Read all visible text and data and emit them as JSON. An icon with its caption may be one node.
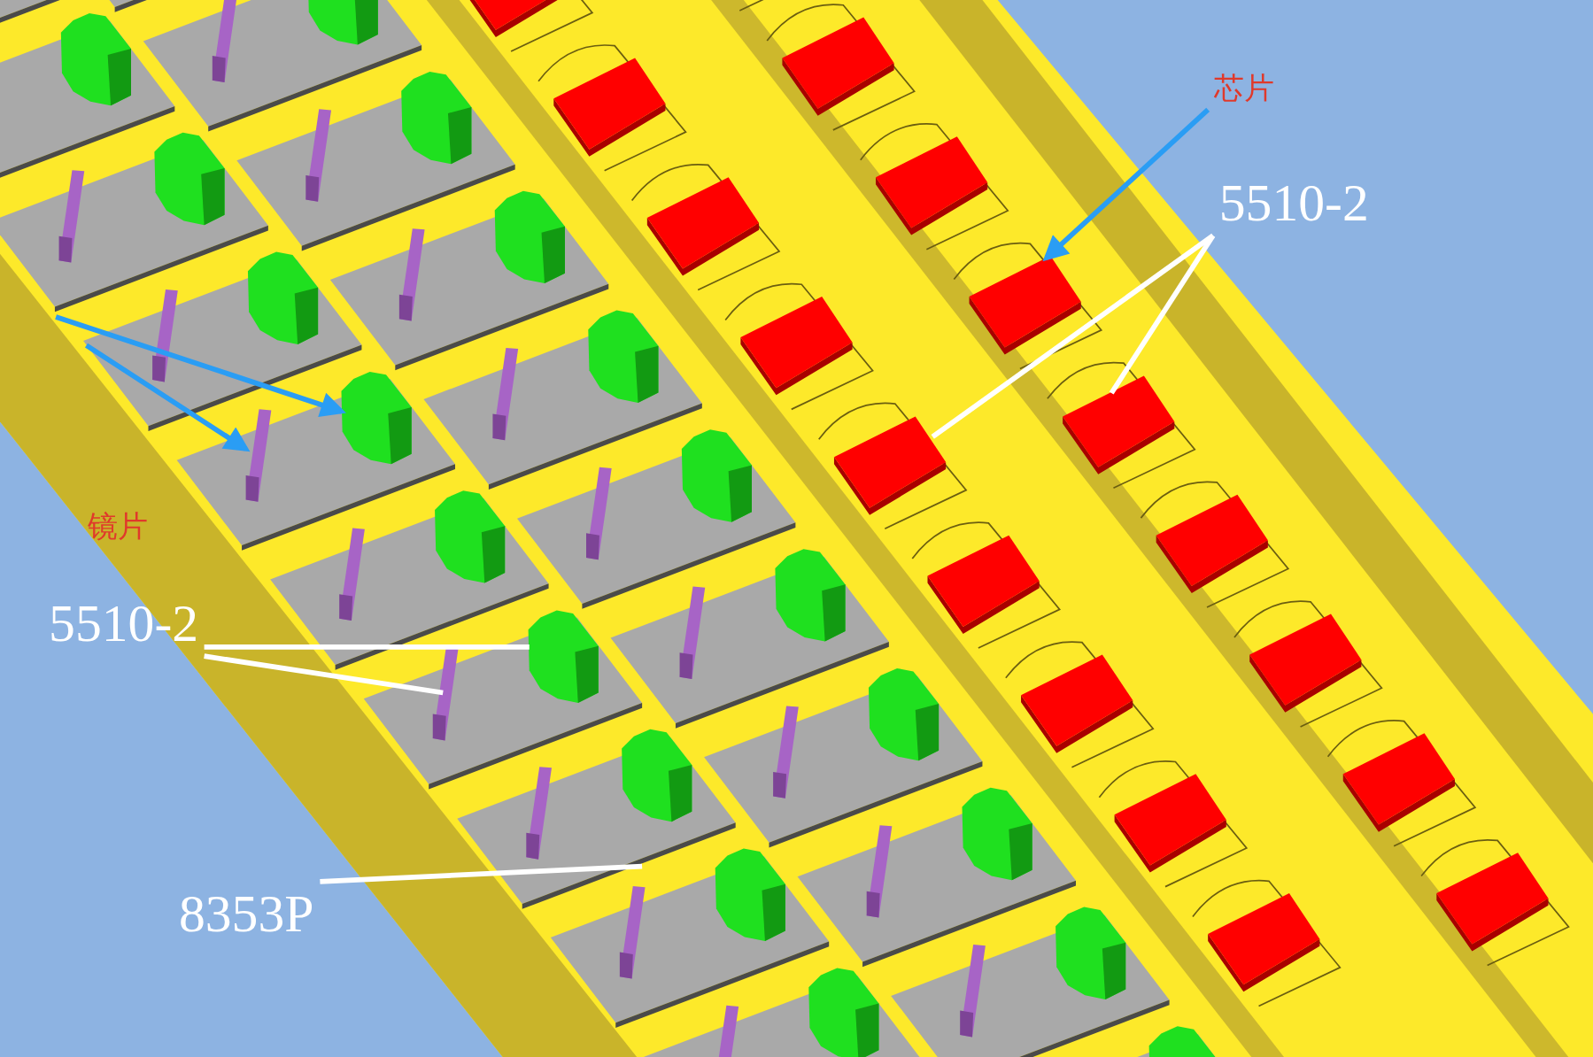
{
  "diagram": {
    "nodes": [
      {
        "text": [
          "芯片"
        ]
      },
      {
        "text": [
          "5510-2"
        ]
      },
      {
        "text": [
          "镜片"
        ]
      },
      {
        "text": [
          "5510-2"
        ]
      },
      {
        "text": [
          "8353P"
        ]
      },
      {
        "text": [],
        "shape": "box"
      },
      {
        "text": [],
        "shape": "box"
      },
      {
        "text": [],
        "shape": "box"
      },
      {
        "text": [],
        "shape": "box"
      },
      {
        "text": [],
        "shape": "bar"
      },
      {
        "text": [],
        "shape": "box"
      },
      {
        "text": [],
        "shape": "bar"
      },
      {
        "text": [],
        "shape": "box"
      }
    ],
    "edges": [
      {
        "from": 0,
        "to": 5,
        "arrow": "to",
        "color": "#2a9df4"
      },
      {
        "from": 1,
        "to": 6,
        "arrow": "none"
      },
      {
        "from": 1,
        "to": 7,
        "arrow": "none"
      },
      {
        "from": null,
        "to": 8,
        "arrow": "to",
        "color": "#2a9df4"
      },
      {
        "from": null,
        "to": 9,
        "arrow": "to",
        "color": "#2a9df4"
      },
      {
        "from": 3,
        "to": 10,
        "arrow": "none"
      },
      {
        "from": 3,
        "to": 11,
        "arrow": "none"
      },
      {
        "from": 4,
        "to": 12,
        "arrow": "none"
      }
    ]
  }
}
